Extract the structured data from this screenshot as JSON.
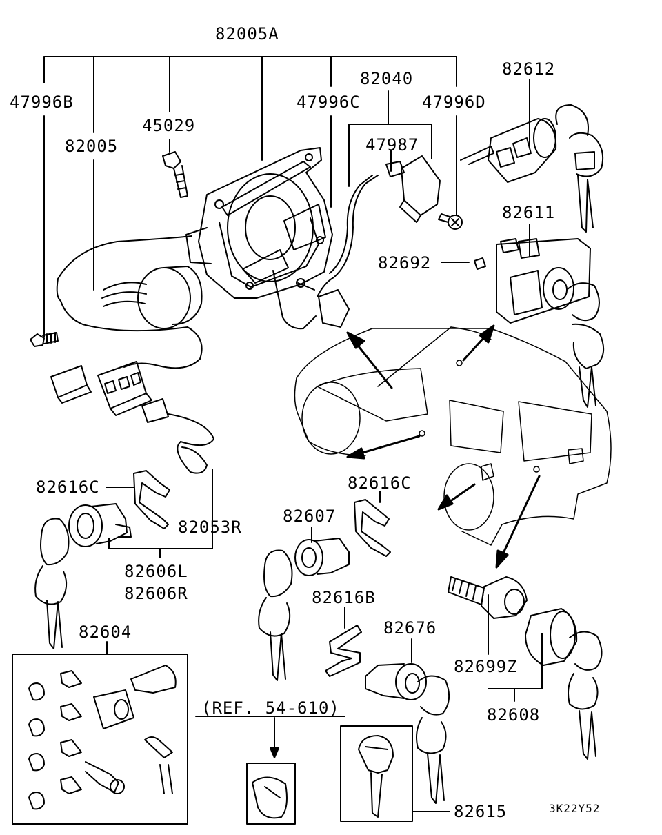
{
  "labels": {
    "p82005A": "82005A",
    "p47996B": "47996B",
    "p45029": "45029",
    "p82005": "82005",
    "p82040": "82040",
    "p47996C": "47996C",
    "p47996D": "47996D",
    "p47987": "47987",
    "p82612": "82612",
    "p82611": "82611",
    "p82692": "82692",
    "p82616C_left": "82616C",
    "p82053R": "82053R",
    "p82606L": "82606L",
    "p82606R": "82606R",
    "p82604": "82604",
    "p82616C_mid": "82616C",
    "p82607": "82607",
    "p82616B": "82616B",
    "p82676": "82676",
    "ref": "(REF. 54-610)",
    "p82699Z": "82699Z",
    "p82608": "82608",
    "p82615": "82615",
    "code": "3K22Y52"
  }
}
